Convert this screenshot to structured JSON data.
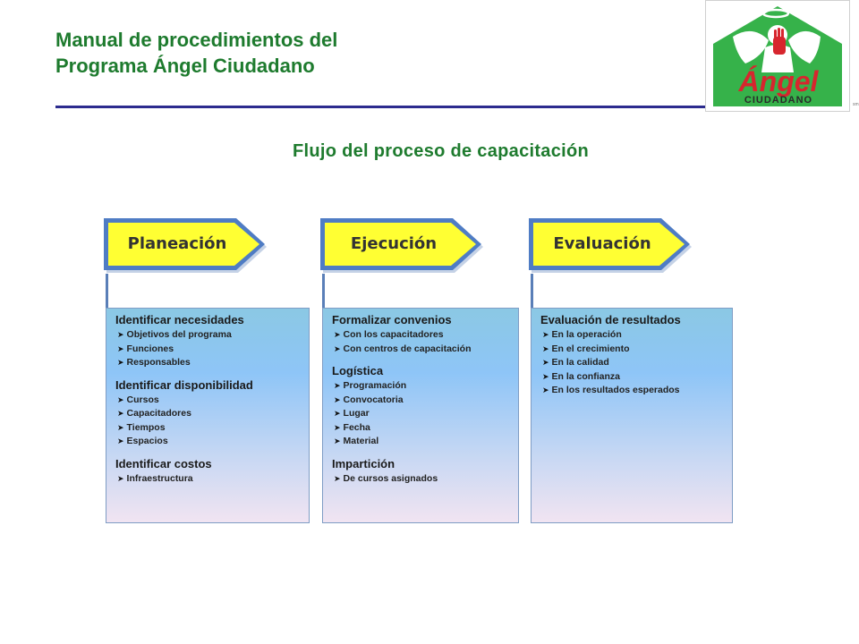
{
  "header": {
    "title_line1": "Manual de procedimientos del",
    "title_line2": "Programa Ángel Ciudadano",
    "logo": {
      "word1": "Ángel",
      "word2": "CIUDADANO",
      "mark": "sm"
    }
  },
  "flow_title": "Flujo del proceso de capacitación",
  "stages": [
    {
      "label": "Planeación",
      "groups": [
        {
          "heading": "Identificar necesidades",
          "items": [
            "Objetivos del programa",
            "Funciones",
            "Responsables"
          ]
        },
        {
          "heading": "Identificar disponibilidad",
          "items": [
            "Cursos",
            "Capacitadores",
            "Tiempos",
            "Espacios"
          ]
        },
        {
          "heading": "Identificar costos",
          "items": [
            "Infraestructura"
          ]
        }
      ]
    },
    {
      "label": "Ejecución",
      "groups": [
        {
          "heading": "Formalizar convenios",
          "items": [
            "Con los capacitadores",
            "Con centros de capacitación"
          ]
        },
        {
          "heading": "Logística",
          "items": [
            "Programación",
            "Convocatoria",
            "Lugar",
            "Fecha",
            "Material"
          ]
        },
        {
          "heading": "Impartición",
          "items": [
            "De cursos asignados"
          ]
        }
      ]
    },
    {
      "label": "Evaluación",
      "groups": [
        {
          "heading": "Evaluación de resultados",
          "items": [
            "En la operación",
            "En el crecimiento",
            "En la calidad",
            "En la confianza",
            "En los resultados esperados"
          ]
        }
      ]
    }
  ],
  "colors": {
    "title_green": "#1e7b2e",
    "rule_navy": "#2c2b8e",
    "arrow_fill": "#ffff33",
    "arrow_border": "#4f7cc4",
    "logo_red": "#d7262e",
    "logo_green": "#36b24a"
  },
  "icons": {
    "bullet": "arrowhead-bullet-icon"
  }
}
